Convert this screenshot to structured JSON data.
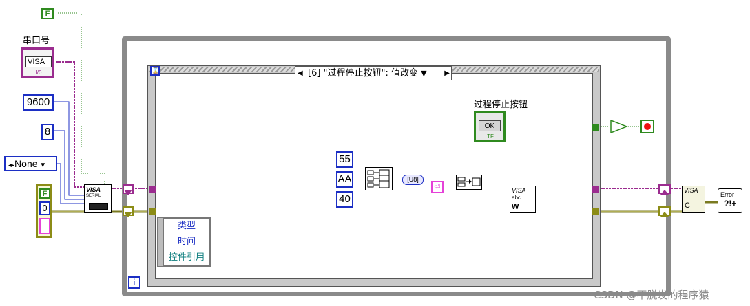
{
  "controls": {
    "serial_port_label": "串口号",
    "visa_resource_text": "VISA",
    "visa_io_text": "I/0",
    "bool_false_text": "F",
    "baud_rate": "9600",
    "data_bits": "8",
    "parity": "None",
    "cluster_bool_text": "F",
    "cluster_numeric": "0"
  },
  "serial_init": {
    "title": "VISA",
    "sub": "SERIAL"
  },
  "event_structure": {
    "case_selector": "[6] \"过程停止按钮\": 值改变",
    "event_data_rows": [
      "类型",
      "时间",
      "控件引用"
    ],
    "stop_button_label": "过程停止按钮",
    "ok_text": "OK",
    "tf_text": "TF",
    "timeout_icon_text": "⌛"
  },
  "bytes": {
    "b1": "55",
    "b2": "AA",
    "b3": "40",
    "u8_text": "[U8]"
  },
  "visa_write": {
    "title": "VISA",
    "sub": "abc",
    "w": "W"
  },
  "visa_close": {
    "title": "VISA",
    "c": "C"
  },
  "error": {
    "title": "Error",
    "glyph": "?!+"
  },
  "loop": {
    "iteration_text": "i"
  },
  "watermark": "CSDN @不脱发的程序猿"
}
